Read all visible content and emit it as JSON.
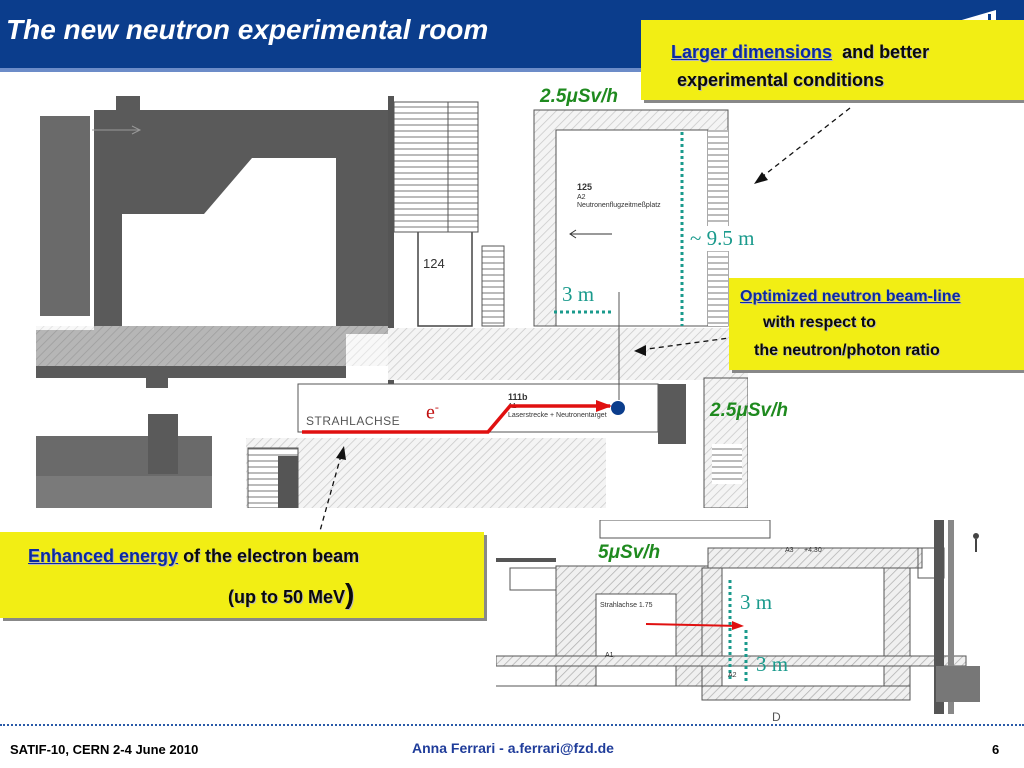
{
  "slide": {
    "title": "The new neutron experimental room",
    "number": "6"
  },
  "callouts": {
    "dimensions": {
      "highlight": "Larger dimensions",
      "rest": "and better",
      "line2": "experimental conditions"
    },
    "beamline": {
      "highlight": "Optimized neutron beam-line",
      "line2": "with respect to",
      "line3": "the neutron/photon ratio"
    },
    "energy": {
      "highlight": "Enhanced energy",
      "rest": "of the electron beam",
      "line2": "(up to 50 MeV",
      "close_paren": ")"
    }
  },
  "dose_labels": {
    "top": "2.5μSv/h",
    "right": "2.5μSv/h",
    "bottom": "5μSv/h"
  },
  "dimensions": {
    "length": "~ 9.5 m",
    "plan_width": "3 m",
    "section_height": "3 m",
    "section_depth": "3 m"
  },
  "plan_labels": {
    "room_124": "124",
    "room_125": "125",
    "room_125_a2": "A2",
    "room_125_desc": "Neutronenflugzeitmeßplatz",
    "room_111b": "111b",
    "room_111b_a1": "A1",
    "room_111b_desc": "Laserstrecke + Neutronentarget",
    "strahlachse": "STRAHLACHSE",
    "electron": "e",
    "electron_sup": "-"
  },
  "section_labels": {
    "a1": "A1",
    "a2": "A2",
    "a3": "A3",
    "level": "+4.30",
    "strahlachse": "Strahlachse 1.75",
    "d": "D"
  },
  "footer": {
    "conference": "SATIF-10, CERN  2-4 June 2010",
    "author": "Anna Ferrari  -   a.ferrari@fzd.de"
  },
  "colors": {
    "header": "#0b3d8c",
    "callout": "#f2ee14",
    "highlight": "#0b2aa0",
    "dose": "#1f8a1f",
    "dimension": "#1a9a8c",
    "beam": "#e01010",
    "target": "#0b3d8c"
  }
}
